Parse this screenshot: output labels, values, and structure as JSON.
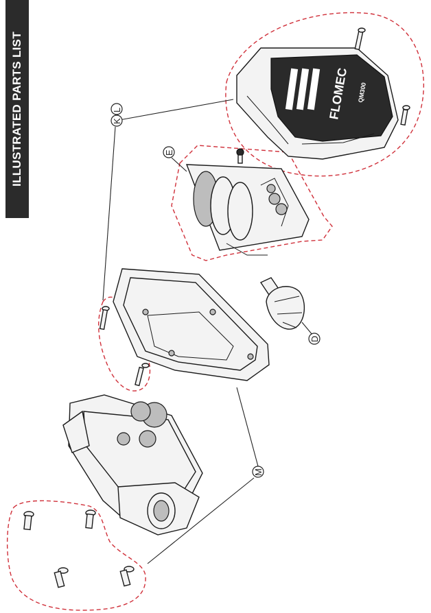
{
  "header": {
    "title": "ILLUSTRATED PARTS LIST"
  },
  "callouts": [
    {
      "id": "K",
      "label": "K"
    },
    {
      "id": "L",
      "label": "L"
    },
    {
      "id": "E",
      "label": "E"
    },
    {
      "id": "D",
      "label": "D"
    },
    {
      "id": "M",
      "label": "M"
    }
  ],
  "display_cover": {
    "brand_text": "FLOMEC",
    "model_text": "QM300"
  },
  "colors": {
    "highlight_outline": "#d0303a",
    "header_bg": "#2b2b2b"
  }
}
